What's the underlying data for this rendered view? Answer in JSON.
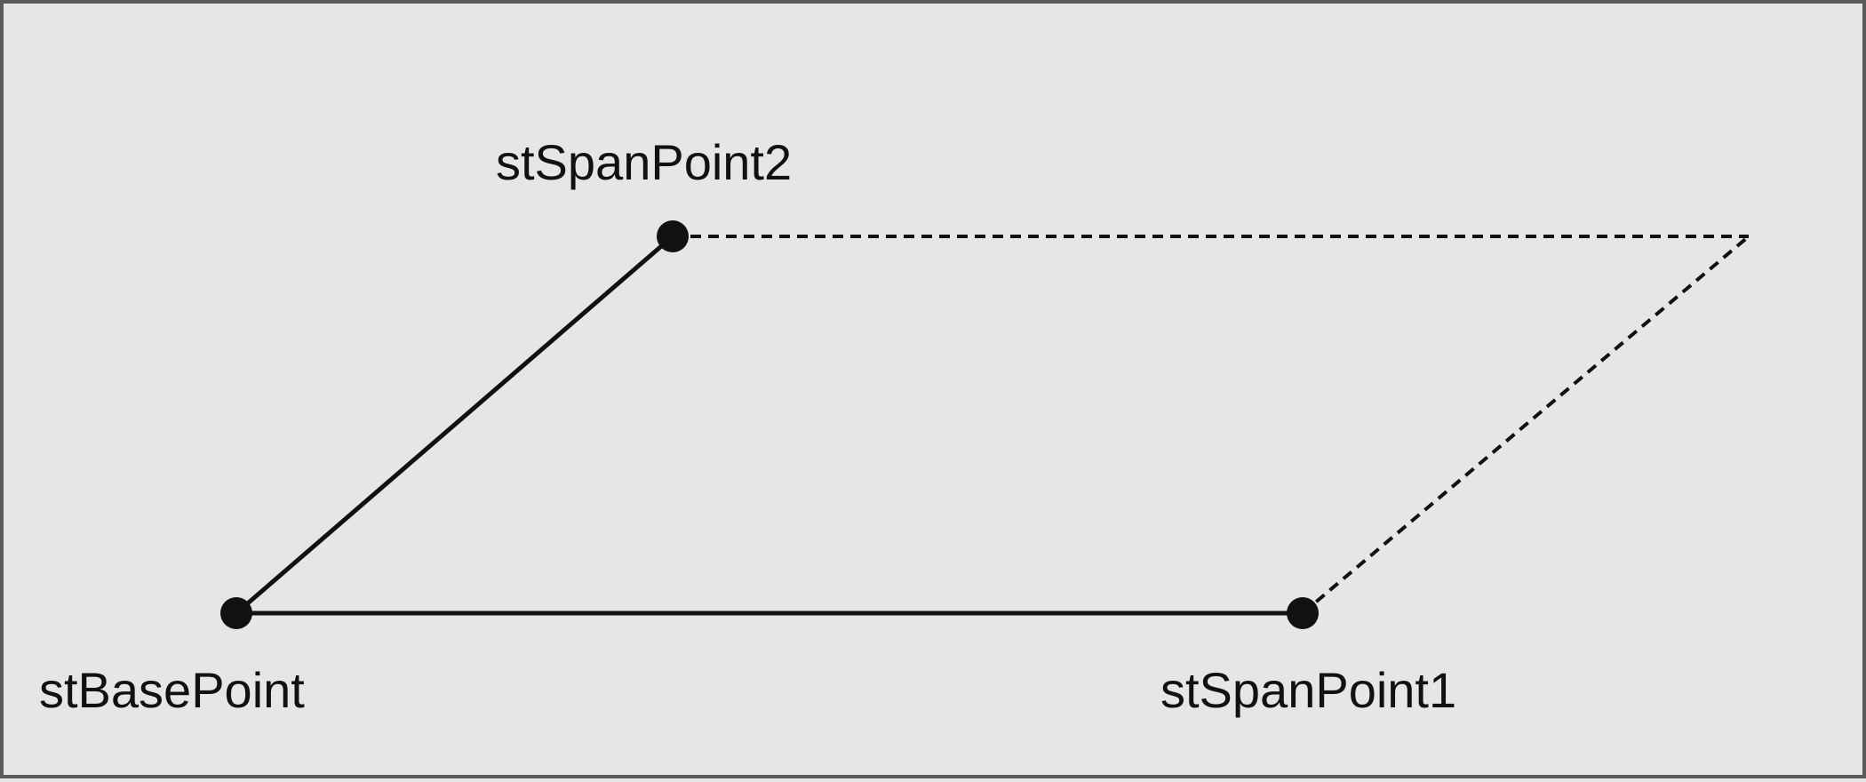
{
  "diagram": {
    "points": {
      "base": {
        "label": "stBasePoint"
      },
      "span1": {
        "label": "stSpanPoint1"
      },
      "span2": {
        "label": "stSpanPoint2"
      }
    },
    "colors": {
      "background": "#e6e6e6",
      "border": "#5a5a5a",
      "line": "#111111",
      "text": "#111111"
    }
  }
}
